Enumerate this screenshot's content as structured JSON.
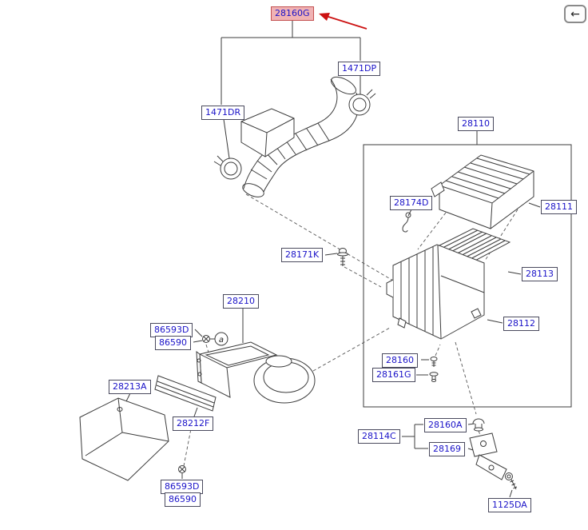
{
  "diagram": {
    "type": "parts-exploded-view",
    "highlighted_part": "28160G",
    "callout_letter": "a",
    "colors": {
      "label_text": "#1a12c8",
      "label_border": "#4a4a5e",
      "label_background": "#ffffff",
      "highlight_background": "#f0b2b4",
      "highlight_border": "#c45050",
      "line_art": "#3c3c3c",
      "arrow": "#cc1111"
    }
  },
  "toolbar": {
    "back_glyph": "←"
  },
  "labels": [
    {
      "part": "28160G",
      "highlighted": true
    },
    {
      "part": "1471DP",
      "highlighted": false
    },
    {
      "part": "1471DR",
      "highlighted": false
    },
    {
      "part": "28110",
      "highlighted": false
    },
    {
      "part": "28174D",
      "highlighted": false
    },
    {
      "part": "28111",
      "highlighted": false
    },
    {
      "part": "28171K",
      "highlighted": false
    },
    {
      "part": "28113",
      "highlighted": false
    },
    {
      "part": "28210",
      "highlighted": false
    },
    {
      "part": "28112",
      "highlighted": false
    },
    {
      "part": "86593D",
      "highlighted": false
    },
    {
      "part": "86590",
      "highlighted": false
    },
    {
      "part": "28160",
      "highlighted": false
    },
    {
      "part": "28161G",
      "highlighted": false
    },
    {
      "part": "28213A",
      "highlighted": false
    },
    {
      "part": "28212F",
      "highlighted": false
    },
    {
      "part": "28160A",
      "highlighted": false
    },
    {
      "part": "28114C",
      "highlighted": false
    },
    {
      "part": "28169",
      "highlighted": false
    },
    {
      "part": "86593D",
      "highlighted": false
    },
    {
      "part": "86590",
      "highlighted": false
    },
    {
      "part": "1125DA",
      "highlighted": false
    }
  ]
}
